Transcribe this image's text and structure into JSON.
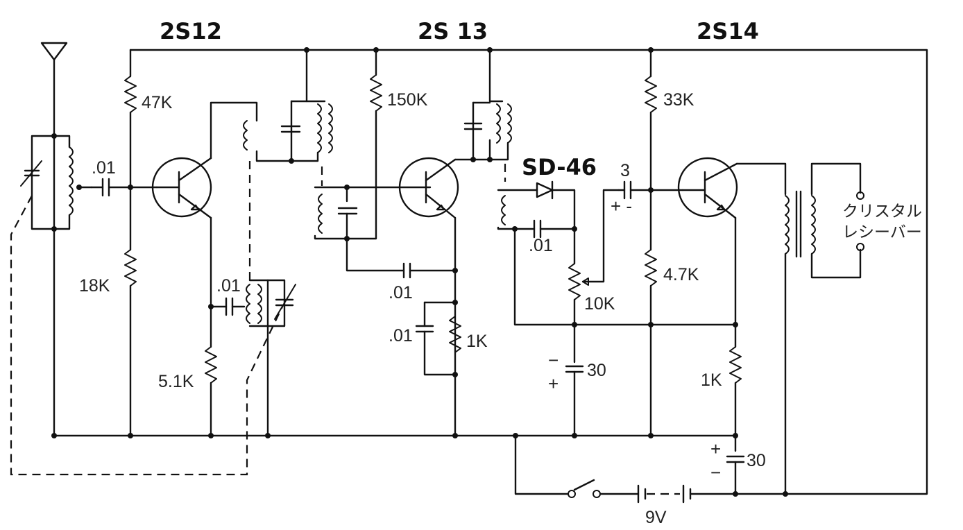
{
  "transistors": {
    "t1": "2S12",
    "t2": "2S 13",
    "t3": "2S14"
  },
  "resistors": {
    "r47k": "47K",
    "r18k": "18K",
    "r5_1k": "5.1K",
    "r150k": "150K",
    "r1k_a": "1K",
    "r10k": "10K",
    "r33k": "33K",
    "r4_7k": "4.7K",
    "r1k_b": "1K"
  },
  "capacitors": {
    "c_in": ".01",
    "c_osc": ".01",
    "c_emit2": ".01",
    "c_bypass2": ".01",
    "c_det": ".01",
    "c_coup": "3",
    "c_coup_pol": "+ -",
    "c_30a": "30",
    "c_30b": "30",
    "c_30a_minus": "−",
    "c_30a_plus": "+",
    "c_30b_plus": "+",
    "c_30b_minus": "−"
  },
  "diode": "SD-46",
  "battery": "9V",
  "output": {
    "line1": "クリスタル",
    "line2": "レシーバー"
  }
}
